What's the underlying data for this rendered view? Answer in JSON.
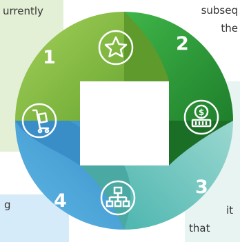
{
  "text_boxes": {
    "box1": "urrently",
    "box2_line1": "subseq",
    "box2_line2": "the",
    "box3_line1": "it",
    "box3_line2": "that",
    "box4": "g"
  },
  "segments": [
    {
      "number": "1",
      "icon": "star-icon",
      "color": "#7bbf3d"
    },
    {
      "number": "2",
      "icon": "coin-icon",
      "color": "#2f9e3a"
    },
    {
      "number": "3",
      "icon": "org-chart-icon",
      "color": "#6cc7bf"
    },
    {
      "number": "4",
      "icon": "hand-truck-icon",
      "color": "#4aa3d6"
    }
  ],
  "colors": {
    "center": "#ffffff",
    "icon_stroke": "#ffffff"
  }
}
